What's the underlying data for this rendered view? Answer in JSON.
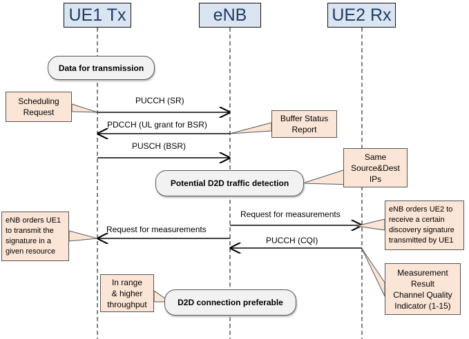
{
  "actors": {
    "ue1": "UE1 Tx",
    "enb": "eNB",
    "ue2": "UE2 Rx"
  },
  "processes": {
    "data_tx": "Data for transmission",
    "d2d_detect": "Potential D2D traffic detection",
    "d2d_pref": "D2D connection preferable"
  },
  "messages": {
    "m1": "PUCCH (SR)",
    "m2": "PDCCH (UL grant for BSR)",
    "m3": "PUSCH (BSR)",
    "m4": "Request for measurements",
    "m5": "Request for measurements",
    "m6": "PUCCH (CQI)"
  },
  "notes": {
    "sched": "Scheduling\nRequest",
    "bsr": "Buffer Status\nReport",
    "same_ip": "Same\nSource&Dest\nIPs",
    "enb_ue1": "eNB orders UE1\nto transmit the\nsignature in a\ngiven resource",
    "enb_ue2": "eNB orders UE2 to\nreceive a certain\ndiscovery signature\ntransmitted by UE1",
    "meas": "Measurement\nResult\nChannel Quality\nIndicator (1-15)",
    "range": "In range\n& higher\nthroughput"
  }
}
